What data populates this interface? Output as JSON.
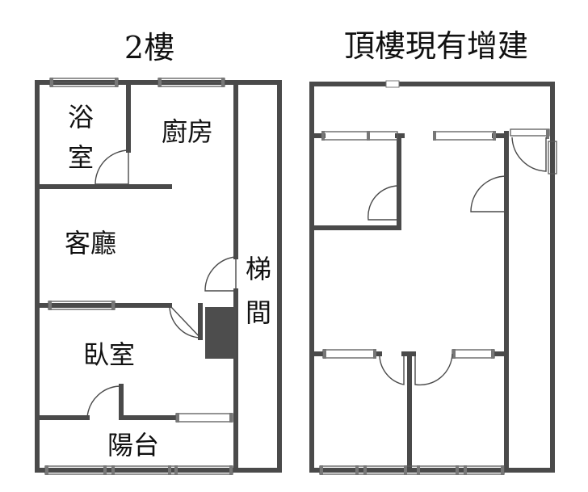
{
  "titles": {
    "left": "2樓",
    "right": "頂樓現有增建"
  },
  "rooms": {
    "bath_line1": "浴",
    "bath_line2": "室",
    "kitchen": "廚房",
    "living": "客廳",
    "bedroom": "臥室",
    "balcony": "陽台",
    "stair_line1": "梯",
    "stair_line2": "間"
  },
  "colors": {
    "wall": "#4a4a4a",
    "stair_block": "#4d4d4d"
  }
}
